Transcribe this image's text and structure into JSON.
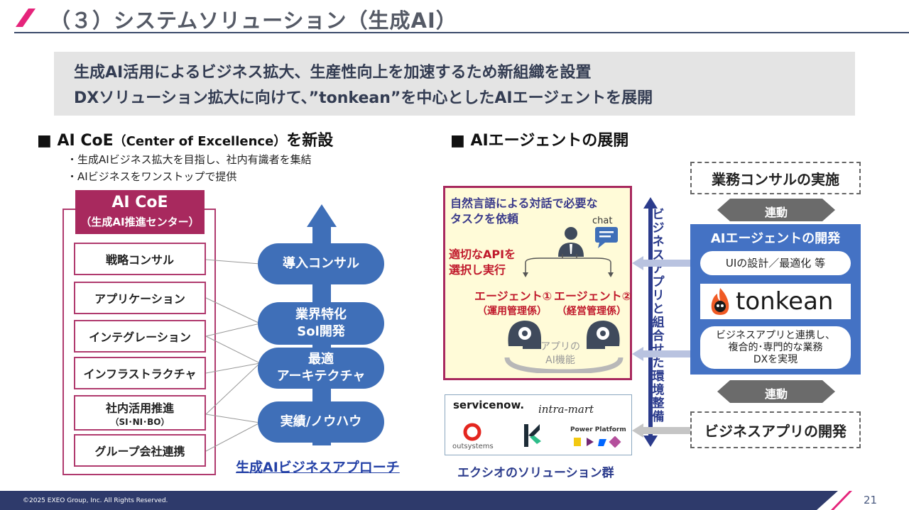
{
  "header": {
    "title": "（３）システムソリューション（生成AI）"
  },
  "banner": {
    "line1": "生成AI活用によるビジネス拡大、生産性向上を加速するため新組織を設置",
    "line2": "DXソリューション拡大に向けて、”tonkean”を中心としたAIエージェントを展開"
  },
  "left": {
    "heading_main": "■ AI CoE",
    "heading_paren": "（Center of Excellence）",
    "heading_tail": "を新設",
    "bullets": [
      "・生成AIビジネス拡大を目指し、社内有識者を集結",
      "・AIビジネスをワンストップで提供"
    ],
    "coe_title": "AI CoE",
    "coe_subtitle": "（生成AI推進センター）",
    "items": [
      {
        "label": "戦略コンサル",
        "sub": ""
      },
      {
        "label": "アプリケーション",
        "sub": ""
      },
      {
        "label": "インテグレーション",
        "sub": ""
      },
      {
        "label": "インフラストラクチャ",
        "sub": ""
      },
      {
        "label": "社内活用推進",
        "sub": "（SI･NI･BO）"
      },
      {
        "label": "グループ会社連携",
        "sub": ""
      }
    ],
    "pills": [
      {
        "l1": "導入コンサル",
        "l2": ""
      },
      {
        "l1": "業界特化",
        "l2": "Sol開発"
      },
      {
        "l1": "最適",
        "l2": "アーキテクチャ"
      },
      {
        "l1": "実績/ノウハウ",
        "l2": ""
      }
    ],
    "approach_label": "生成AIビジネスアプローチ"
  },
  "right": {
    "heading": "■ AIエージェントの展開",
    "yellow": {
      "task_l1": "自然言語による対話で必要な",
      "task_l2": "タスクを依頼",
      "chat_label": "chat",
      "api_l1": "適切なAPIを",
      "api_l2": "選択し実行",
      "agent1": "エージェント①",
      "agent1_sub": "（運用管理係）",
      "agent2": "エージェント②",
      "agent2_sub": "（経営管理係）",
      "ai_func_l1": "アプリの",
      "ai_func_l2": "AI機能"
    },
    "vertical_label": "ビジネスアプリと組合せた環境整備",
    "logos": {
      "servicenow": "servicenow.",
      "intramart": "intra-mart",
      "outsystems": "outsystems",
      "powerplatform": "Power Platform"
    },
    "solutions_label": "エクシオのソリューション群",
    "consulting": "業務コンサルの実施",
    "link1": "連動",
    "panel_title": "AIエージェントの開発",
    "ui_design": "UIの設計／最適化 等",
    "tonkean": "tonkean",
    "desc_l1": "ビジネスアプリと連携し、",
    "desc_l2": "複合的･専門的な業務",
    "desc_l3": "DXを実現",
    "link2": "連動",
    "biz_dev": "ビジネスアプリの開発"
  },
  "footer": {
    "copyright": "©2025 EXEO Group, Inc. All Rights Reserved.",
    "page": "21"
  },
  "colors": {
    "accent": "#a8295e",
    "blue": "#3f6fb8",
    "navy": "#2e3a6b"
  }
}
